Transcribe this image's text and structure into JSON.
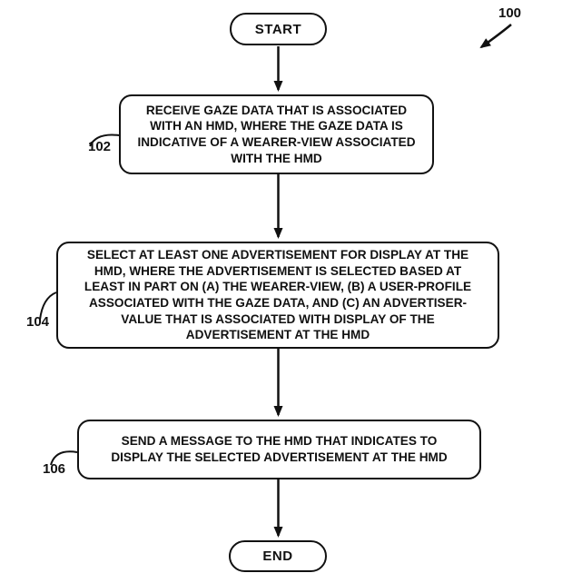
{
  "figure": {
    "type": "flowchart",
    "reference_label": "100"
  },
  "nodes": {
    "start": {
      "label": "START"
    },
    "step_102": {
      "ref": "102",
      "text": "RECEIVE GAZE DATA THAT IS ASSOCIATED\nWITH AN HMD, WHERE THE GAZE DATA IS\nINDICATIVE OF A WEARER-VIEW ASSOCIATED\nWITH THE HMD"
    },
    "step_104": {
      "ref": "104",
      "text": "SELECT AT LEAST ONE ADVERTISEMENT FOR DISPLAY AT THE\nHMD, WHERE THE ADVERTISEMENT IS SELECTED BASED AT\nLEAST IN PART ON (A) THE WEARER-VIEW, (B) A USER-PROFILE\nASSOCIATED WITH THE GAZE DATA, AND (C) AN ADVERTISER-\nVALUE THAT IS ASSOCIATED WITH DISPLAY OF THE\nADVERTISEMENT AT THE HMD"
    },
    "step_106": {
      "ref": "106",
      "text": "SEND A MESSAGE TO THE HMD THAT INDICATES TO\nDISPLAY THE SELECTED ADVERTISEMENT AT THE HMD"
    },
    "end": {
      "label": "END"
    }
  },
  "colors": {
    "line": "#111111",
    "text": "#111111",
    "background": "#ffffff"
  }
}
